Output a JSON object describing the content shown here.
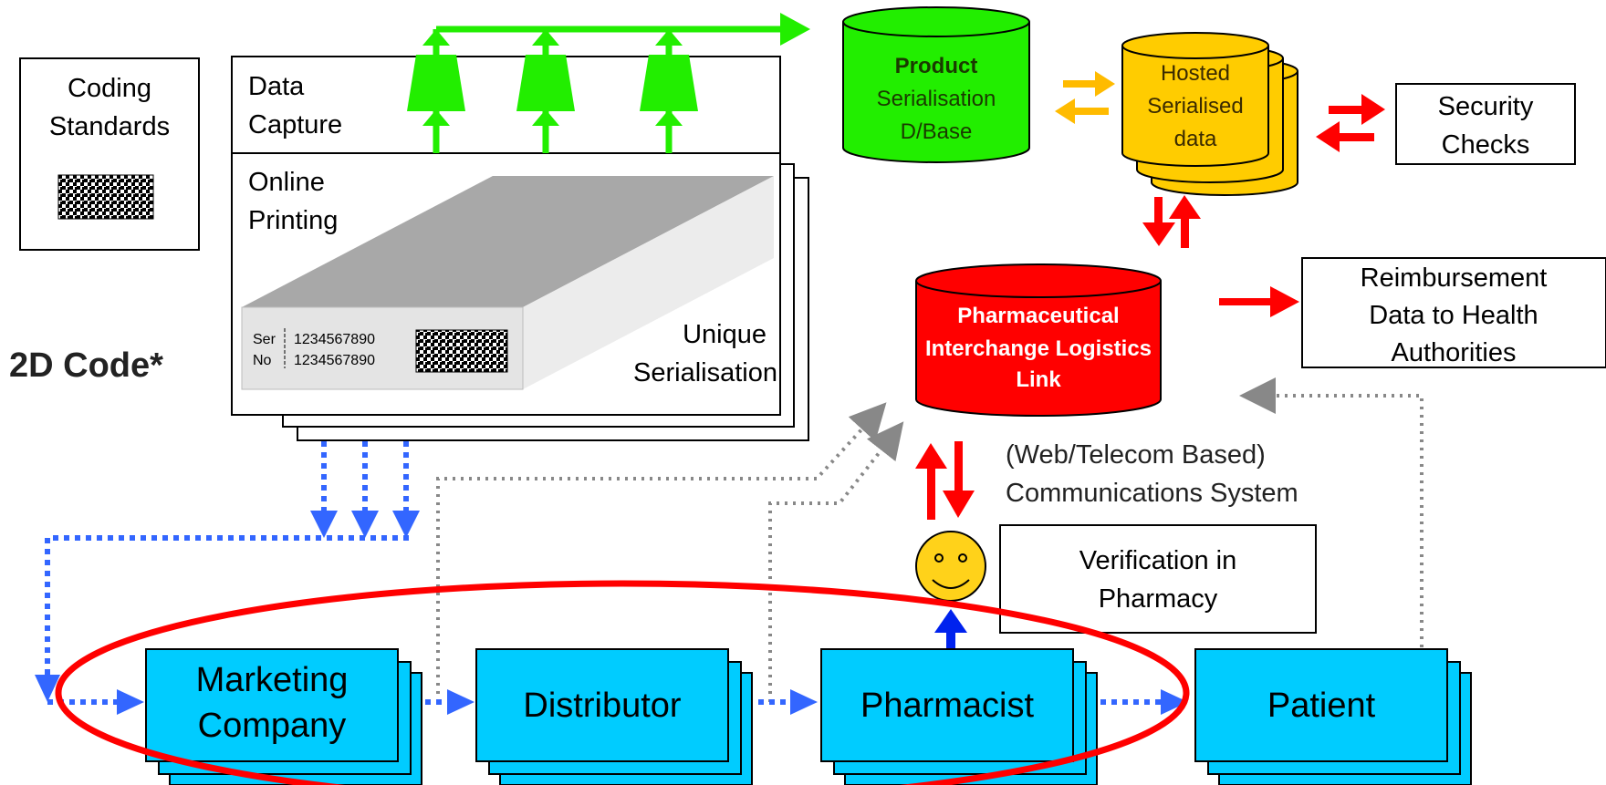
{
  "coding_standards": {
    "line1": "Coding",
    "line2": "Standards"
  },
  "data_capture": {
    "line1": "Data",
    "line2": "Capture"
  },
  "online_printing": {
    "line1": "Online",
    "line2": "Printing"
  },
  "unique_serialisation": {
    "line1": "Unique",
    "line2": "Serialisation"
  },
  "pack_label": {
    "ser": "Ser",
    "no": "No",
    "ser_value": "1234567890",
    "no_value": "1234567890"
  },
  "code_2d_label": "2D Code*",
  "product_db": {
    "line1": "Product",
    "line2": "Serialisation",
    "line3": "D/Base"
  },
  "hosted_db": {
    "line1": "Hosted",
    "line2": "Serialised",
    "line3": "data"
  },
  "security_checks": {
    "line1": "Security",
    "line2": "Checks"
  },
  "pill_db": {
    "line1": "Pharmaceutical",
    "line2": "Interchange Logistics",
    "line3": "Link"
  },
  "reimbursement": {
    "line1": "Reimbursement",
    "line2": "Data to Health",
    "line3": "Authorities"
  },
  "comms": {
    "line1": "(Web/Telecom Based)",
    "line2": "Communications System"
  },
  "verification": {
    "line1": "Verification in",
    "line2": "Pharmacy"
  },
  "chain": {
    "marketing": {
      "line1": "Marketing",
      "line2": "Company"
    },
    "distributor": "Distributor",
    "pharmacist": "Pharmacist",
    "patient": "Patient"
  },
  "colors": {
    "green": "#22ee00",
    "blue_box": "#00ccff",
    "red": "#ff0000",
    "yellow": "#ffcc00",
    "dotted_blue": "#3366ff",
    "dotted_gray": "#888888"
  }
}
